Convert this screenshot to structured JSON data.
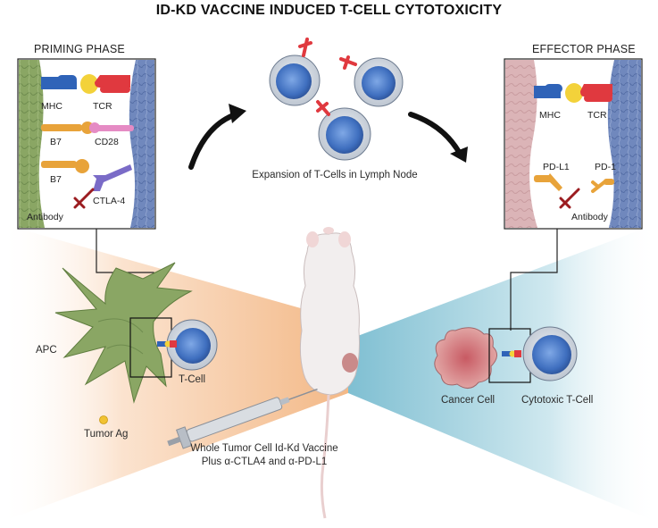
{
  "title": "ID-KD VACCINE INDUCED T-CELL CYTOTOXICITY",
  "priming": {
    "heading": "PRIMING PHASE",
    "mhc": "MHC",
    "tcr": "TCR",
    "b7_a": "B7",
    "cd28": "CD28",
    "b7_b": "B7",
    "antibody": "Antibody",
    "ctla4": "CTLA-4"
  },
  "expansion": {
    "caption": "Expansion of T-Cells in Lymph Node"
  },
  "effector": {
    "heading": "EFFECTOR PHASE",
    "mhc": "MHC",
    "tcr": "TCR",
    "pdl1": "PD-L1",
    "pd1": "PD-1",
    "antibody": "Antibody"
  },
  "left_scene": {
    "apc": "APC",
    "tcell": "T-Cell",
    "tumor_ag": "Tumor Ag"
  },
  "right_scene": {
    "cancer_cell": "Cancer Cell",
    "cytotoxic_tcell": "Cytotoxic T-Cell"
  },
  "vaccine": {
    "line1": "Whole Tumor Cell Id-Kd Vaccine",
    "line2": "Plus α-CTLA4 and α-PD-L1"
  },
  "colors": {
    "apc_green": "#8aa664",
    "tcell_blue": "#4f7fc7",
    "mhc_blue": "#2f63b8",
    "tcr_red": "#e0393f",
    "b7_orange": "#e8a33a",
    "cd28_pink": "#e58bc4",
    "ctla4_purple": "#7a6bc7",
    "antibody_red": "#9b1c20",
    "cancer_pink": "#d9a3a3",
    "orange_cone": "#f6c9a6",
    "blue_cone": "#9fd0de"
  }
}
